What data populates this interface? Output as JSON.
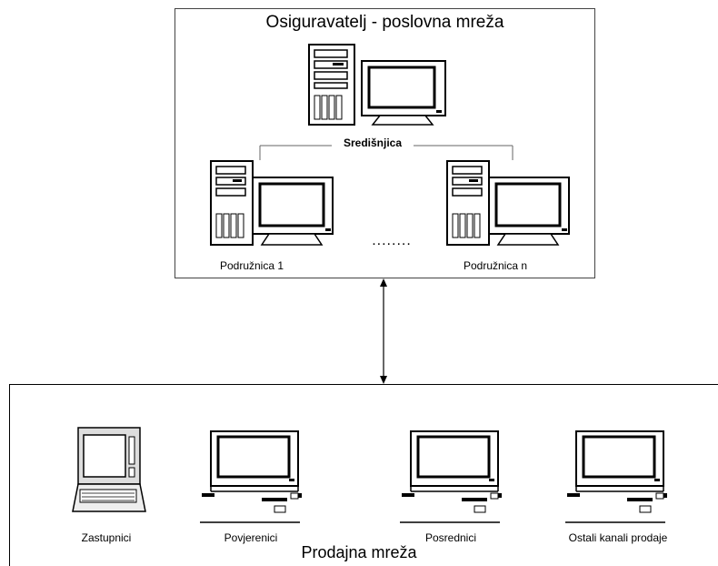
{
  "business_network": {
    "title": "Osiguravatelj - poslovna mreža",
    "central_label": "Središnjica",
    "branch_first_label": "Podružnica 1",
    "branch_last_label": "Podružnica n",
    "ellipsis": "........"
  },
  "sales_network": {
    "title": "Prodajna  mreža",
    "nodes": [
      {
        "label": "Zastupnici",
        "icon": "laptop-icon"
      },
      {
        "label": "Povjerenici",
        "icon": "desktop-computer-icon"
      },
      {
        "label": "Posrednici",
        "icon": "desktop-computer-icon"
      },
      {
        "label": "Ostali kanali  prodaje",
        "icon": "desktop-computer-icon"
      }
    ]
  },
  "connection": {
    "type": "bidirectional-arrow"
  }
}
